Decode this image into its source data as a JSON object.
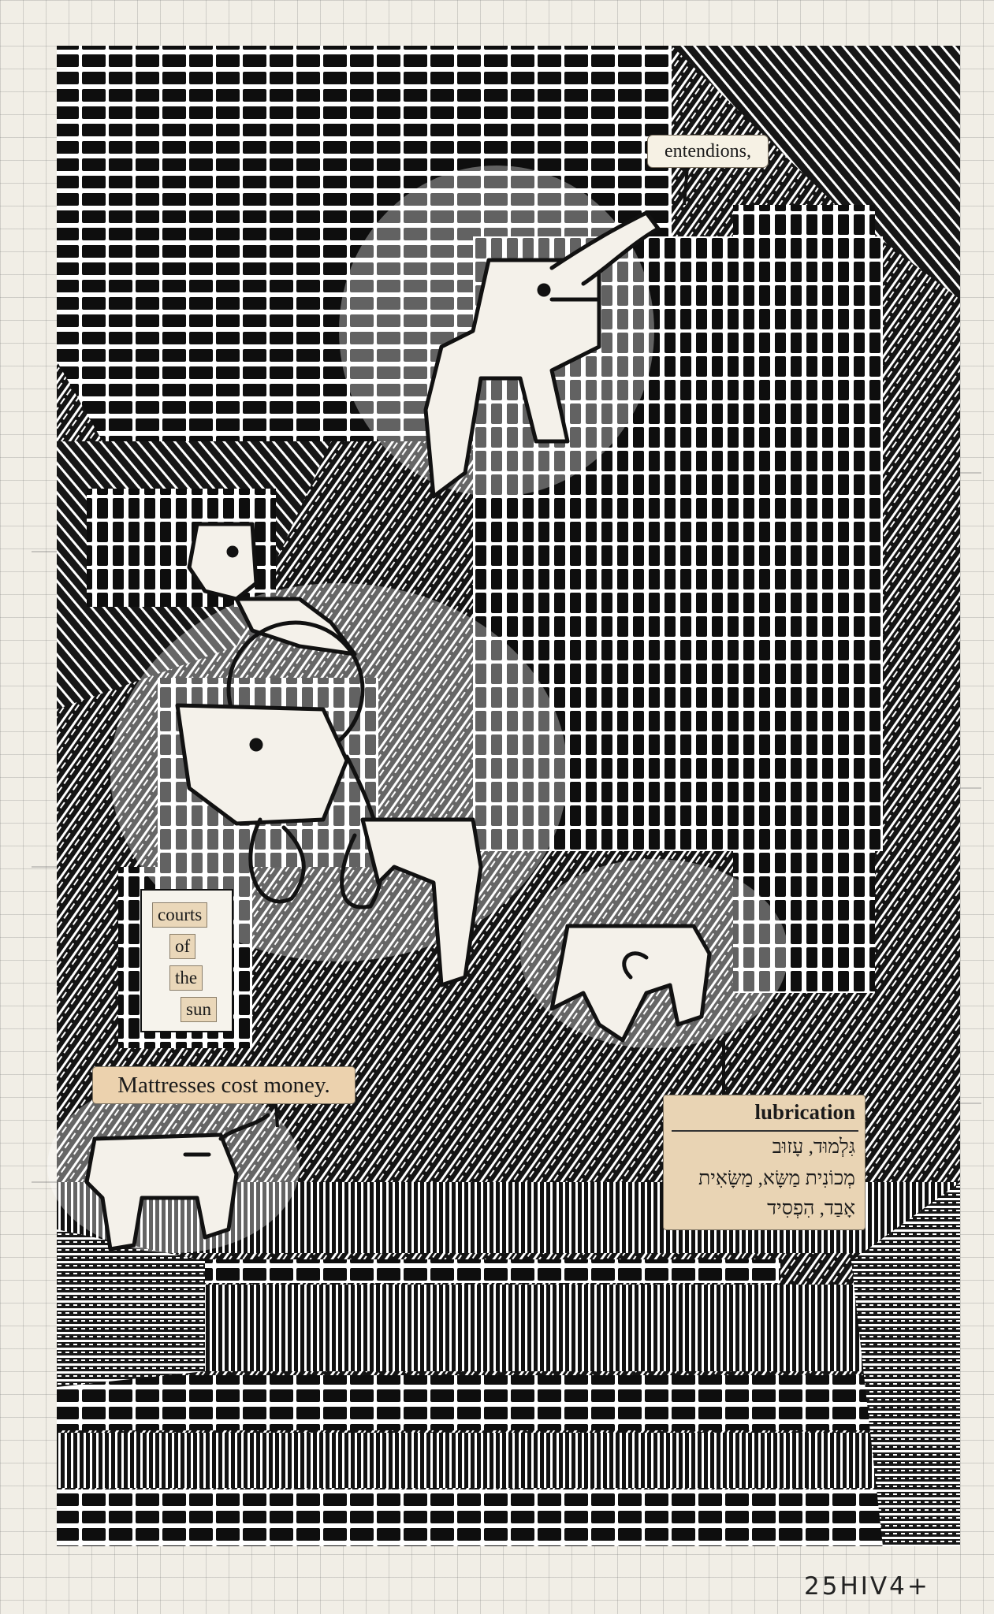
{
  "clippings": {
    "entendions": "entendions,",
    "courts": [
      "courts",
      "of",
      "the",
      "sun"
    ],
    "mattresses": "Mattresses cost money.",
    "lubrication": {
      "title": "lubrication",
      "lines": [
        "גִּלְמוּד, עָזוּב",
        "מְכוֹנִית מַשָּׂא, מַשָּׂאִית",
        "אָבַד, הִפְסִיד"
      ]
    }
  },
  "signature": "25HIV4+",
  "colors": {
    "ink": "#111111",
    "paper": "#f1eee6",
    "grid": "#b7b3ab",
    "clipping_tan": "#ead7b9"
  }
}
